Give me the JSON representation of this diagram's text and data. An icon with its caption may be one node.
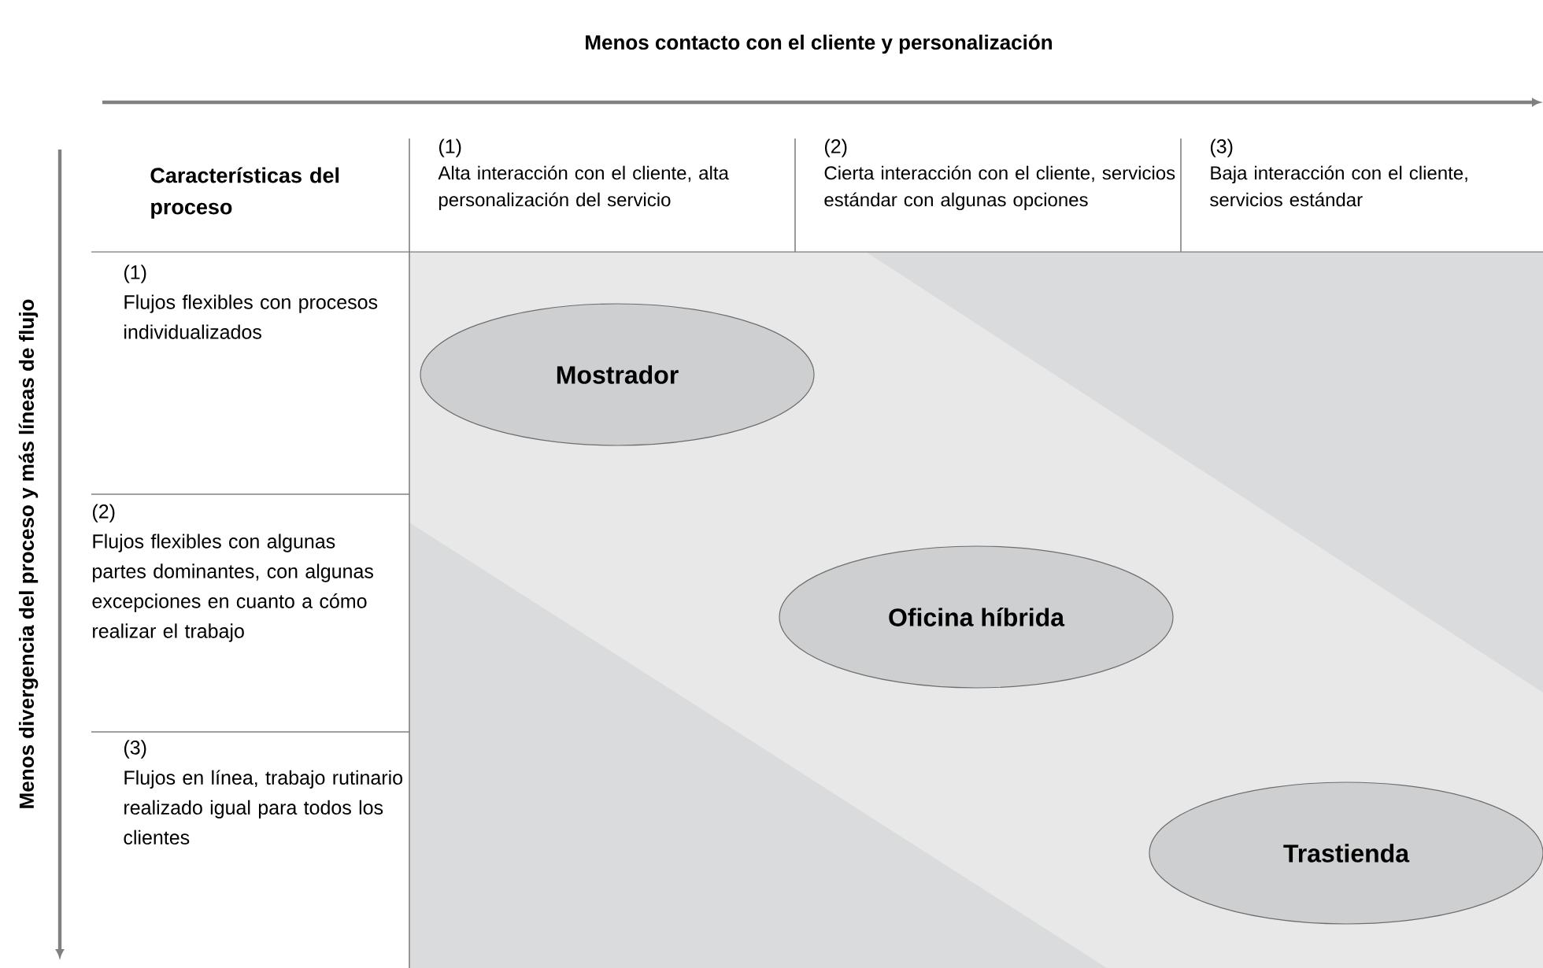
{
  "diagram": {
    "nodes": [
      {
        "text": [
          "Mostrador"
        ]
      },
      {
        "text": [
          "Oficina híbrida"
        ]
      },
      {
        "text": [
          "Trastienda"
        ]
      }
    ],
    "labels": [
      "Menos contacto con el cliente y personalización",
      "Menos divergencia del proceso y más líneas de flujo",
      "Características del proceso",
      "(1)",
      "Alta interacción con el cliente, alta personalización del servicio",
      "(2)",
      "Cierta interacción con el cliente, servicios estándar con algunas opciones",
      "(3)",
      "Baja interacción con el cliente, servicios estándar",
      "(1)",
      "Flujos flexibles con procesos individualizados",
      "(2)",
      "Flujos flexibles con algunas partes dominantes, con algunas excepciones en cuanto a cómo realizar el trabajo",
      "(3)",
      "Flujos en línea, trabajo rutinario realizado igual para todos los clientes"
    ]
  }
}
